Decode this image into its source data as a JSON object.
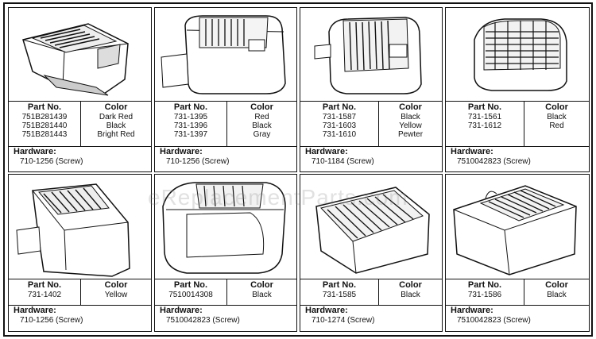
{
  "watermark": "eReplacementParts.com",
  "headers": {
    "part_no": "Part No.",
    "color": "Color",
    "hardware": "Hardware:"
  },
  "cells": [
    {
      "parts": [
        "751B281439",
        "751B281440",
        "751B281443"
      ],
      "colors": [
        "Dark Red",
        "Black",
        "Bright Red"
      ],
      "hardware": "710-1256 (Screw)"
    },
    {
      "parts": [
        "731-1395",
        "731-1396",
        "731-1397"
      ],
      "colors": [
        "Red",
        "Black",
        "Gray"
      ],
      "hardware": "710-1256 (Screw)"
    },
    {
      "parts": [
        "731-1587",
        "731-1603",
        "731-1610"
      ],
      "colors": [
        "Black",
        "Yellow",
        "Pewter"
      ],
      "hardware": "710-1184 (Screw)"
    },
    {
      "parts": [
        "731-1561",
        "731-1612"
      ],
      "colors": [
        "Black",
        "Red"
      ],
      "hardware": "7510042823 (Screw)"
    },
    {
      "parts": [
        "731-1402"
      ],
      "colors": [
        "Yellow"
      ],
      "hardware": "710-1256 (Screw)"
    },
    {
      "parts": [
        "7510014308"
      ],
      "colors": [
        "Black"
      ],
      "hardware": "7510042823 (Screw)"
    },
    {
      "parts": [
        "731-1585"
      ],
      "colors": [
        "Black"
      ],
      "hardware": "710-1274 (Screw)"
    },
    {
      "parts": [
        "731-1586"
      ],
      "colors": [
        "Black"
      ],
      "hardware": "7510042823 (Screw)"
    }
  ]
}
